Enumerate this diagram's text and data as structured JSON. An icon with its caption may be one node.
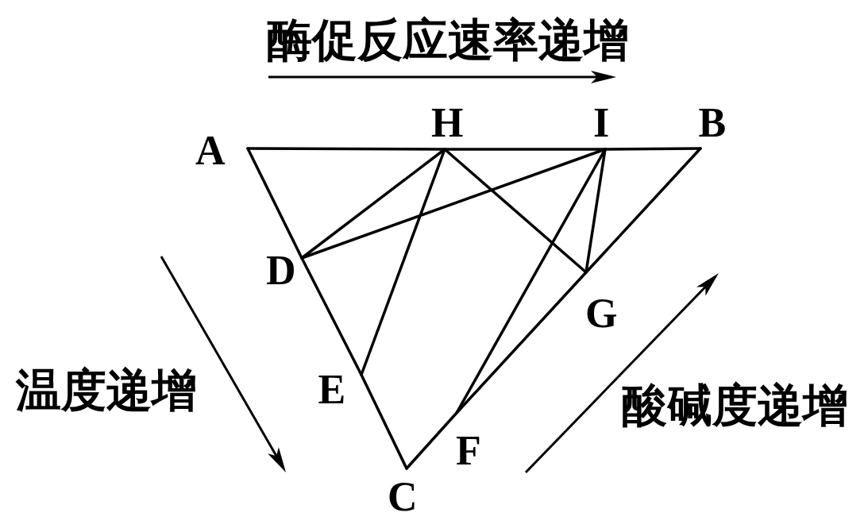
{
  "diagram": {
    "nodes": [
      {
        "text": [
          "H"
        ]
      },
      {
        "text": [
          "I"
        ]
      },
      {
        "text": [
          "B"
        ]
      },
      {
        "text": [
          "A"
        ]
      },
      {
        "text": [
          "D"
        ]
      },
      {
        "text": [
          "G"
        ]
      },
      {
        "text": [
          "E"
        ]
      },
      {
        "text": [
          "F"
        ]
      },
      {
        "text": [
          "C"
        ]
      }
    ],
    "edges": [
      {
        "from": 3,
        "to": 0,
        "arrow": "none"
      },
      {
        "from": 0,
        "to": 1,
        "arrow": "none"
      },
      {
        "from": 1,
        "to": 2,
        "arrow": "none"
      },
      {
        "from": 3,
        "to": 4,
        "arrow": "none"
      },
      {
        "from": 4,
        "to": 6,
        "arrow": "none"
      },
      {
        "from": 6,
        "to": 8,
        "arrow": "none"
      },
      {
        "from": 8,
        "to": 7,
        "arrow": "none"
      },
      {
        "from": 7,
        "to": 5,
        "arrow": "none"
      },
      {
        "from": 5,
        "to": 2,
        "arrow": "none"
      },
      {
        "from": 0,
        "to": 4,
        "arrow": "none"
      },
      {
        "from": 0,
        "to": 6,
        "arrow": "none"
      },
      {
        "from": 0,
        "to": 5,
        "arrow": "none"
      },
      {
        "from": 1,
        "to": 4,
        "arrow": "none"
      },
      {
        "from": 1,
        "to": 7,
        "arrow": "none"
      },
      {
        "from": 1,
        "to": 5,
        "arrow": "none"
      }
    ],
    "labels": [
      "酶促反应速率递增",
      "温度递增",
      "酸碱度递增"
    ]
  }
}
